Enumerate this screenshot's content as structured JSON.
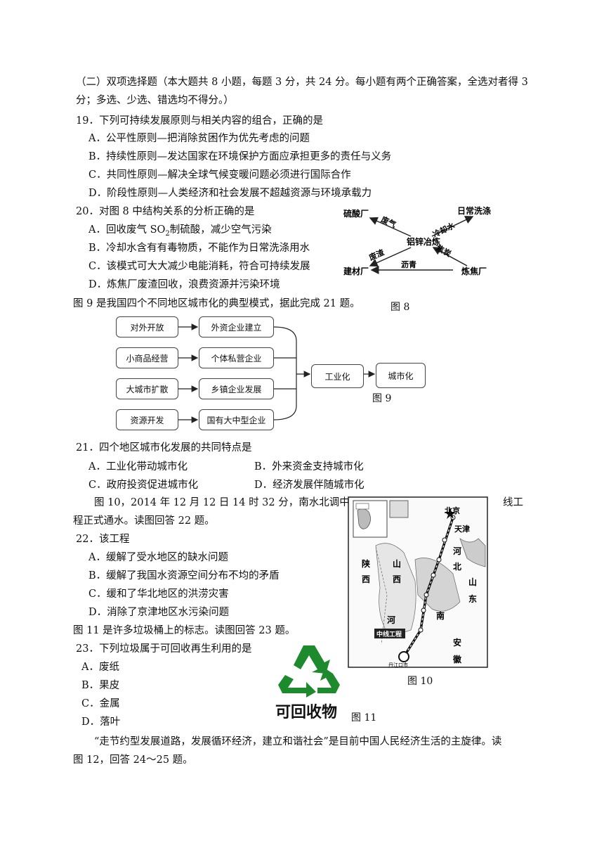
{
  "section": {
    "header_line1": "（二）双项选择题（本大题共 8 小题，每题 3 分，共 24 分。每小题有两个正确答案，全选对者得 3",
    "header_line2": "分；多选、少选、错选均不得分。）"
  },
  "q19": {
    "stem": "19．下列可持续发展原则与相关内容的组合，正确的是",
    "options": [
      "A．公平性原则—把消除贫困作为优先考虑的问题",
      "B．持续性原则—发达国家在环境保护方面应承担更多的责任与义务",
      "C．共同性原则—解决全球气候变暖问题必须进行国际合作",
      "D．阶段性原则—人类经济和社会发展不超越资源与环境承载力"
    ]
  },
  "q20": {
    "stem": "20．对图 8 中结构关系的分析正确的是",
    "options": [
      "A．回收废气 SO",
      "B．冷却水含有有毒物质，不能作为日常洗涤用水",
      "C．该模式可大大减少电能消耗，符合可持续发展",
      "D．炼焦厂废渣回收，浪费资源并污染环境"
    ],
    "option_a_sub": "2",
    "option_a_tail": "制硫酸，减少空气污染"
  },
  "fig8": {
    "caption": "图 8",
    "center": "铝锌冶炼",
    "nodes": {
      "top_left": "硫酸厂",
      "top_right": "日常洗涤",
      "bottom_left": "建材厂",
      "bottom_right": "炼焦厂"
    },
    "arrows": {
      "waste_gas": "废气",
      "cooling_water": "冷却水",
      "waste_slag": "废渣",
      "coke": "焦炭",
      "asphalt": "沥青"
    }
  },
  "fig9_intro": "图 9 是我国四个不同地区城市化的典型模式，据此完成 21 题。",
  "fig9": {
    "caption": "图 9",
    "left": [
      "对外开放",
      "小商品经营",
      "大城市扩散",
      "资源开发"
    ],
    "middle": [
      "外资企业建立",
      "个体私营企业",
      "乡镇企业发展",
      "国有大中型企业"
    ],
    "industrialization": "工业化",
    "urbanization": "城市化"
  },
  "q21": {
    "stem": "21．四个地区城市化发展的共同特点是",
    "options": [
      "A．工业化带动城市化",
      "B．外来资金支持城市化",
      "C．政府投资促进城市化",
      "D．经济发展伴随城市化"
    ]
  },
  "q22_intro": {
    "line1_a": "图 10，2014 年 12 月 12 日 14 时 32 分，南水北调中",
    "line1_b": "线工",
    "line2": "程正式通水。读图回答 22 题。"
  },
  "q22": {
    "stem": "22．该工程",
    "options": [
      "A．缓解了受水地区的缺水问题",
      "B．缓解了我国水资源空间分布不均的矛盾",
      "C．缓和了华北地区的洪涝灾害",
      "D．消除了京津地区水污染问题"
    ]
  },
  "fig10": {
    "caption": "图 10",
    "labels": [
      "北京",
      "天津",
      "陕",
      "西",
      "山",
      "西",
      "河",
      "北",
      "山",
      "东",
      "河",
      "南",
      "安",
      "徽",
      "中线工程",
      "丹江口市"
    ]
  },
  "fig11_intro": "图 11 是许多垃圾桶上的标志。读图回答 23 题。",
  "q23": {
    "stem": "23．下列垃圾属于可回收再生利用的是",
    "options": [
      "A．废纸",
      "B．果皮",
      "C．金属",
      "D．落叶"
    ]
  },
  "fig11": {
    "label": "可回收物",
    "caption": "图 11",
    "color": "#1e8a2e"
  },
  "closing": {
    "line1": "“走节约型发展道路，发展循环经济，建立和谐社会”是目前中国人民经济生活的主旋律。读",
    "line2": "图 12，回答 24～25 题。"
  }
}
